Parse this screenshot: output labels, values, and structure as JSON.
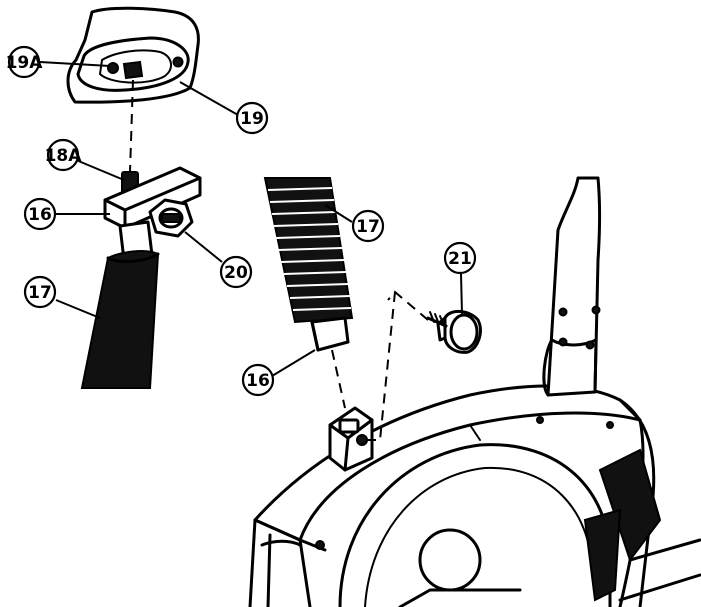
{
  "callouts": {
    "c19a": "19A",
    "c19": "19",
    "c18a": "18A",
    "c16a": "16",
    "c20": "20",
    "c17a": "17",
    "c17b": "17",
    "c21": "21",
    "c16b": "16"
  },
  "parts": {
    "seat": "seat",
    "seat_bolt": "seat-bolt",
    "seat_slider": "seat-slider",
    "knob_nut": "knob-nut",
    "foam_seat_post": "foam-seat-post",
    "coiled_seat_post": "coiled-seat-post",
    "adjustment_knob": "adjustment-knob",
    "bike_frame": "bike-frame",
    "seat_tube_clamp": "seat-tube-clamp",
    "handlebar_post": "handlebar-post"
  }
}
